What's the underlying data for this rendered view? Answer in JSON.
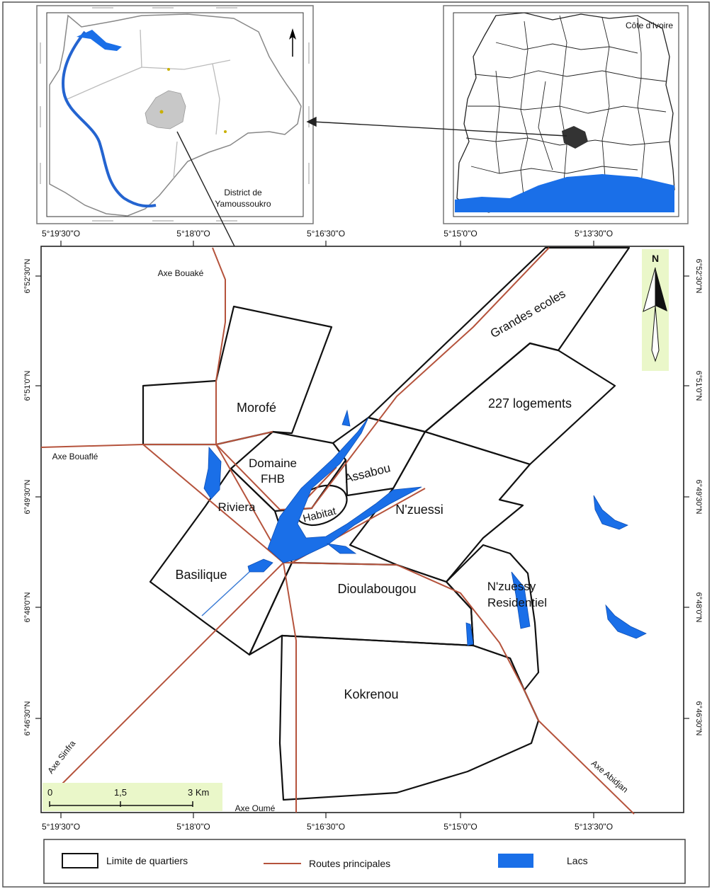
{
  "colors": {
    "lake": "#1a6fe8",
    "road": "#b5533c",
    "boundary": "#111111",
    "scale_bg": "#eaf7c9",
    "north_bg": "#eaf7c9",
    "frame": "#555555"
  },
  "inset_district": {
    "title_line1": "District de",
    "title_line2": "Yamoussoukro"
  },
  "inset_country": {
    "title": "Côte d'Ivoire"
  },
  "top_axis": [
    "5°19'30\"O",
    "5°18'0\"O",
    "5°16'30\"O",
    "5°15'0\"O",
    "5°13'30\"O"
  ],
  "bottom_axis": [
    "5°19'30\"O",
    "5°18'0\"O",
    "5°16'30\"O",
    "5°15'0\"O",
    "5°13'30\"O"
  ],
  "left_axis": [
    "6°52'30\"N",
    "6°51'0\"N",
    "6°49'30\"N",
    "6°48'0\"N",
    "6°46'30\"N"
  ],
  "right_axis": [
    "6°52'30\"N",
    "6°51'0\"N",
    "6°49'30\"N",
    "6°48'0\"N",
    "6°46'30\"N"
  ],
  "districts": {
    "morofe": "Morofé",
    "domaine_line1": "Domaine",
    "domaine_line2": "FHB",
    "assabou": "Assabou",
    "riviera": "Riviera",
    "habitat": "Habitat",
    "nzuessi": "N'zuessi",
    "logements": "227 logements",
    "basilique": "Basilique",
    "dioulabougou": "Dioulabougou",
    "nzuessy_line1": "N'zuessy",
    "nzuessy_line2": "Residentiel",
    "kokrenou": "Kokrenou"
  },
  "roads": {
    "bouake": "Axe Bouaké",
    "bouafle": "Axe Bouaflé",
    "grandes_ecoles": "Grandes ecoles",
    "sinfra": "Axe Sinfra",
    "oume": "Axe Oumé",
    "abidjan": "Axe Abidjan"
  },
  "north": {
    "label": "N"
  },
  "scale": {
    "t0": "0",
    "t1": "1,5",
    "t2": "3 Km"
  },
  "legend": {
    "boundary_label": "Limite de quartiers",
    "road_label": "Routes principales",
    "lake_label": "Lacs"
  }
}
